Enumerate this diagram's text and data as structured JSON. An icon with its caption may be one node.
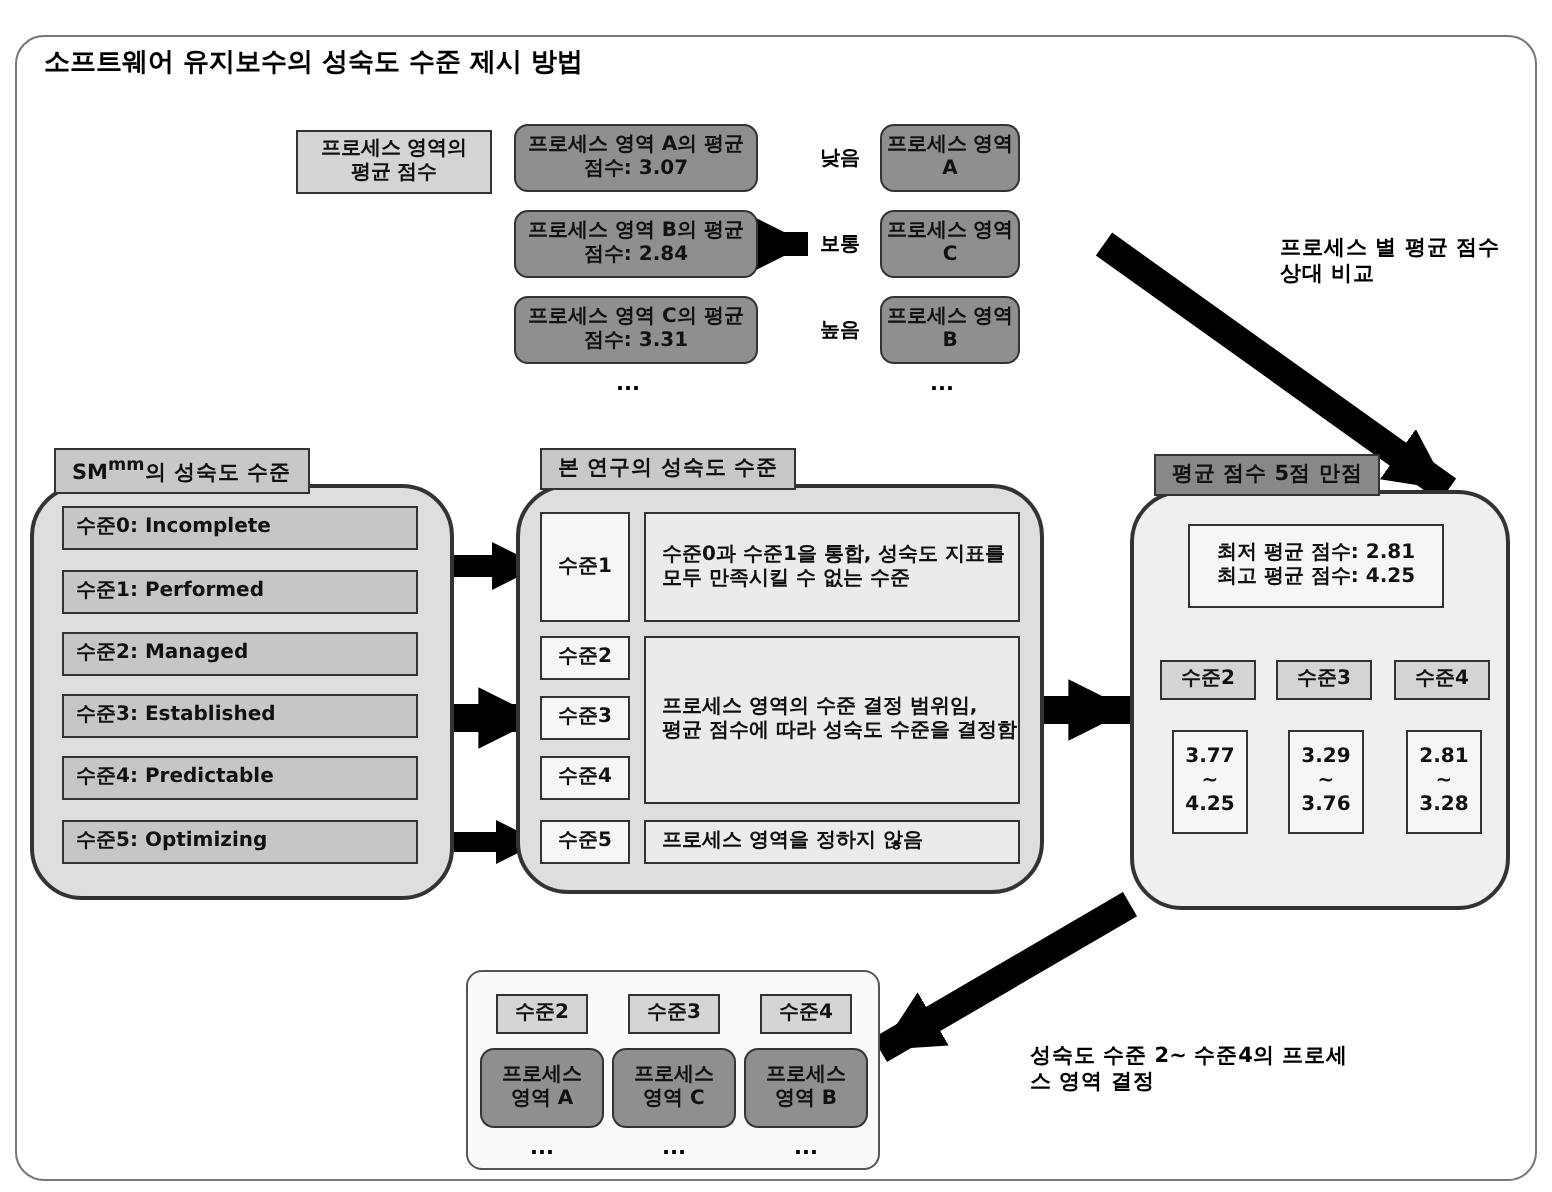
{
  "diagram": {
    "title": "소프트웨어 유지보수의 성숙도 수준 제시 방법",
    "nodes": [
      {
        "text": [
          "프로세스 영역의 평균 점수"
        ]
      },
      {
        "text": [
          "프로세스 영역 A의 평균 점수: 3.07"
        ]
      },
      {
        "text": [
          "프로세스 영역 B의 평균 점수: 2.84"
        ]
      },
      {
        "text": [
          "프로세스 영역 C의 평균 점수: 3.31"
        ]
      },
      {
        "text": [
          "프로세스 영역 A"
        ],
        "beside": [
          "낮음"
        ]
      },
      {
        "text": [
          "프로세스 영역 C"
        ],
        "beside": [
          "보통"
        ]
      },
      {
        "text": [
          "프로세스 영역 B"
        ],
        "beside": [
          "높음"
        ]
      },
      {
        "text": [
          "SM$^{mm}$의 성숙도 수준"
        ]
      },
      {
        "text": [
          "수준0: Incomplete"
        ],
        "in": 7
      },
      {
        "text": [
          "수준1: Performed"
        ],
        "in": 7
      },
      {
        "text": [
          "수준2: Managed"
        ],
        "in": 7
      },
      {
        "text": [
          "수준3: Established"
        ],
        "in": 7
      },
      {
        "text": [
          "수준4: Predictable"
        ],
        "in": 7
      },
      {
        "text": [
          "수준5: Optimizing"
        ],
        "in": 7
      },
      {
        "text": [
          "본 연구의 성숙도 수준"
        ]
      },
      {
        "text": [
          "수준1"
        ],
        "in": 14
      },
      {
        "text": [
          "수준0과 수준1을 통합, 성숙도 지표를 모두 만족시킬 수 없는 수준"
        ],
        "in": 14
      },
      {
        "text": [
          "수준2"
        ],
        "in": 14
      },
      {
        "text": [
          "수준3"
        ],
        "in": 14
      },
      {
        "text": [
          "수준4"
        ],
        "in": 14
      },
      {
        "text": [
          "프로세스 영역의 수준 결정 범위임, 평균 점수에 따라 성숙도 수준을 결정함"
        ],
        "in": 14
      },
      {
        "text": [
          "수준5"
        ],
        "in": 14
      },
      {
        "text": [
          "프로세스 영역을 정하지 않음"
        ],
        "in": 14
      },
      {
        "text": [
          "평균 점수 5점 만점"
        ]
      },
      {
        "text": [
          "최저 평균 점수: 2.81",
          "최고 평균 점수: 4.25"
        ],
        "in": 23
      },
      {
        "text": [
          "수준2"
        ],
        "in": 23
      },
      {
        "text": [
          "수준3"
        ],
        "in": 23
      },
      {
        "text": [
          "수준4"
        ],
        "in": 23
      },
      {
        "text": [
          "3.77 ~ 4.25"
        ],
        "in": 23
      },
      {
        "text": [
          "3.29 ~ 3.76"
        ],
        "in": 23
      },
      {
        "text": [
          "2.81 ~ 3.28"
        ],
        "in": 23
      },
      {
        "text": [],
        "shape": "box"
      },
      {
        "text": [
          "수준2"
        ],
        "in": 31
      },
      {
        "text": [
          "수준3"
        ],
        "in": 31
      },
      {
        "text": [
          "수준4"
        ],
        "in": 31
      },
      {
        "text": [
          "프로세스 영역 A"
        ],
        "in": 31
      },
      {
        "text": [
          "프로세스 영역 C"
        ],
        "in": 31
      },
      {
        "text": [
          "프로세스 영역 B"
        ],
        "in": 31
      }
    ],
    "edges": [
      {
        "from": 2,
        "to": 5,
        "arrow": "to"
      },
      {
        "from": 7,
        "to": 15,
        "arrow": "to"
      },
      {
        "from": 7,
        "to": 18,
        "arrow": "to"
      },
      {
        "from": 7,
        "to": 21,
        "arrow": "to"
      },
      {
        "from": 14,
        "to": 23,
        "arrow": "to"
      },
      {
        "from": null,
        "to": 23,
        "arrow": "to",
        "label": "프로세스 별 평균 점수 상대 비교"
      },
      {
        "from": 23,
        "to": 31,
        "arrow": "to",
        "label": "성숙도 수준 2~ 수준4의 프로세스 영역 결정"
      }
    ],
    "labels": [
      "...",
      "...",
      "...",
      "...",
      "..."
    ]
  }
}
